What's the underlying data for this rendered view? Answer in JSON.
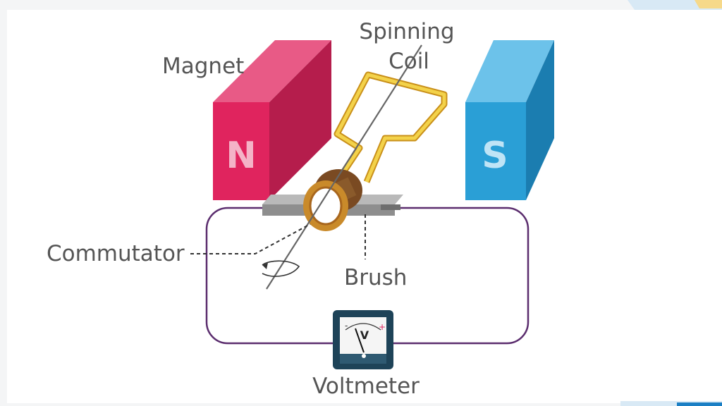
{
  "labels": {
    "magnet": "Magnet",
    "coil_line1": "Spinning",
    "coil_line2": "Coil",
    "commutator": "Commutator",
    "brush": "Brush",
    "voltmeter": "Voltmeter",
    "north": "N",
    "south": "S",
    "meter_symbol": "V",
    "meter_minus": "-",
    "meter_plus": "+"
  },
  "colors": {
    "north_magnet": "#e0245e",
    "south_magnet": "#2a9fd6",
    "coil": "#e8b92a",
    "circuit_wire": "#5b2d6e",
    "commutator": "#8a5a2b",
    "brush": "#8e8e8e",
    "label_text": "#555555"
  }
}
